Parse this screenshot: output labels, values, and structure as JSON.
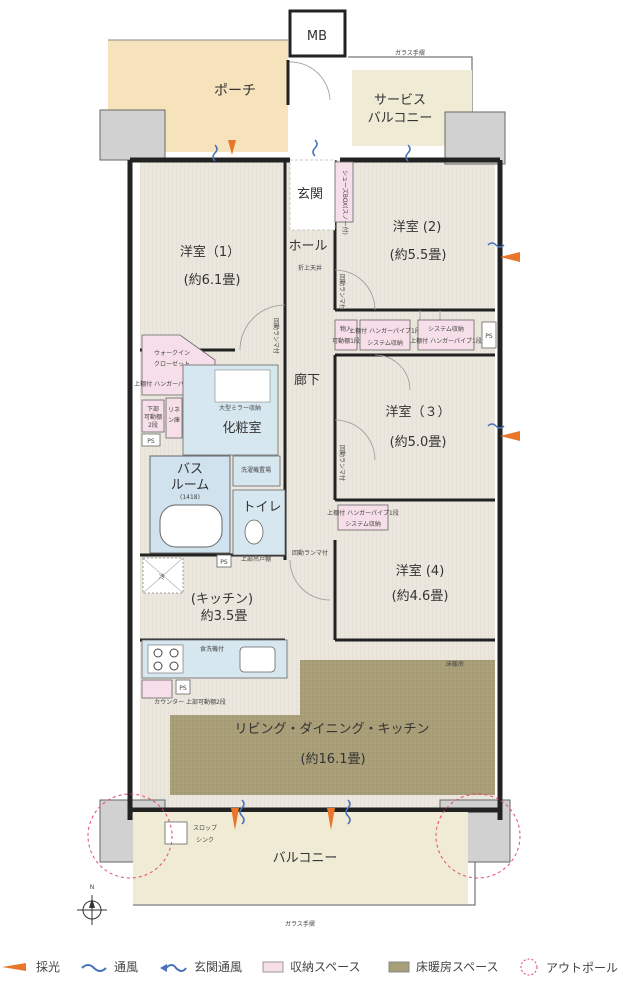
{
  "rooms": {
    "mb": "MB",
    "glass_rail_top": "ガラス手摺",
    "porch": "ポーチ",
    "service_balcony_1": "サービス",
    "service_balcony_2": "バルコニー",
    "shoes_box": "シューズBOX(スノー付)",
    "entrance": "玄関",
    "hall": "ホール",
    "ceiling_storage": "折上天井",
    "western1_name": "洋室（1）",
    "western1_size": "(約6.1畳)",
    "western2_name": "洋室 (2)",
    "western2_size": "(約5.5畳)",
    "western3_name": "洋室（３）",
    "western3_size": "(約5.0畳)",
    "western4_name": "洋室 (4)",
    "western4_size": "(約4.6畳)",
    "corridor": "廊下",
    "wic_1": "ウォークイン",
    "wic_2": "クローゼット",
    "wic_note": "上棚付 ハンガーパイプ1段",
    "shelf_note_1": "下部",
    "shelf_note_2": "可動棚",
    "shelf_note_3": "2段",
    "linen_1": "リネ",
    "linen_2": "ン庫",
    "mirror_cabinet": "大型ミラー収納",
    "vanity": "化粧室",
    "bath_1": "バス",
    "bath_2": "ルーム",
    "bath_size": "(1418)",
    "washer": "洗濯機置場",
    "toilet": "トイレ",
    "toilet_shelf": "上部吊戸棚",
    "storage_box_1": "物入",
    "storage_box_2": "可動棚1段",
    "hanger_note": "上棚付 ハンガーパイプ1段",
    "system_storage": "システム収納",
    "ventilation": "回動ランマ付",
    "fridge": "冷",
    "kitchen_name": "(キッチン)",
    "kitchen_size": "約3.5畳",
    "dishwasher": "食洗機付",
    "counter_note": "カウンター 上部可動棚2段",
    "floor_heating": "床暖房",
    "ldk_name": "リビング・ダイニング・キッチン",
    "ldk_size": "(約16.1畳)",
    "slop_sink_1": "スロップ",
    "slop_sink_2": "シンク",
    "balcony": "バルコニー",
    "glass_rail_bottom": "ガラス手摺",
    "ps": "PS",
    "north": "N"
  },
  "legend": {
    "daylight": "採光",
    "ventilation": "通風",
    "entrance_ventilation": "玄関通風",
    "storage_space": "収納スペース",
    "floor_heating_space": "床暖房スペース",
    "out_pole": "アウトポール"
  },
  "colors": {
    "porch": "#f7e3bb",
    "service_balcony": "#f0ebd5",
    "room_floor": "#e9e5dc",
    "storage": "#f6dfe8",
    "wet_area": "#d7e7f0",
    "floor_heating": "#a89e78",
    "balcony": "#f0ebd5",
    "wall": "#222222",
    "column": "#cfcfcf",
    "daylight_arrow": "#e8772b",
    "wind": "#4a72b8",
    "out_pole_circle": "#e24a6c"
  }
}
